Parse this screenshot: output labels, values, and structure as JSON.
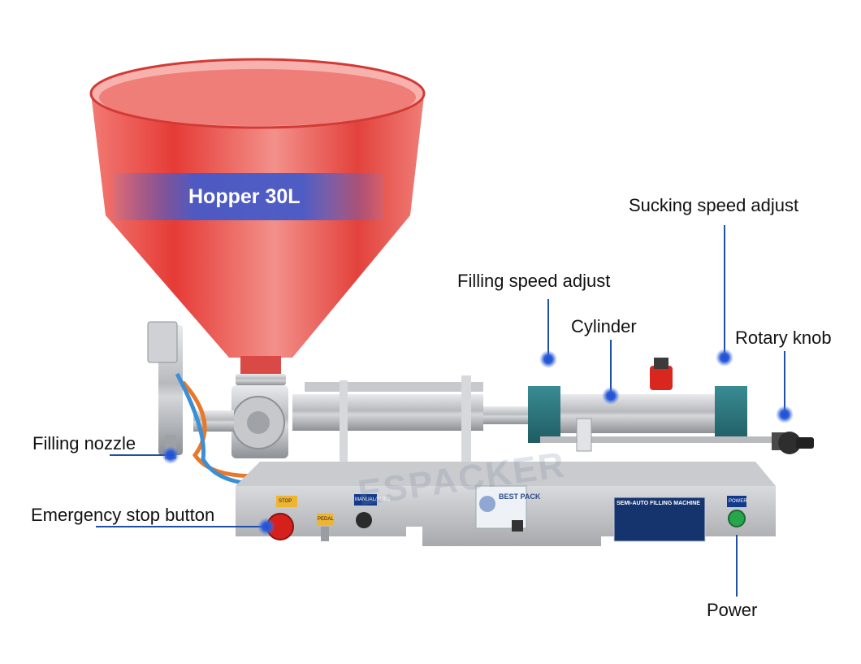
{
  "product_tag": "Hopper 30L",
  "callouts": {
    "sucking_speed_adjust": "Sucking speed adjust",
    "filling_speed_adjust": "Filling speed adjust",
    "cylinder": "Cylinder",
    "rotary_knob": "Rotary knob",
    "filling_nozzle": "Filling nozzle",
    "emergency_stop_button": "Emergency stop button",
    "power": "Power"
  },
  "machine_labels": {
    "stop": "STOP",
    "pedal": "PEDAL",
    "manual_auto": "MANUAL/AUTO",
    "power": "POWER",
    "nameplate_title": "SEMI-AUTO FILLING MACHINE",
    "brand": "BEST PACK",
    "watermark": "ESPACKER"
  },
  "colors": {
    "callout_line": "#1f4fa8",
    "callout_dot": "#2a5bd7",
    "hopper": "#e8403e",
    "panel_text": "#ffffff"
  }
}
